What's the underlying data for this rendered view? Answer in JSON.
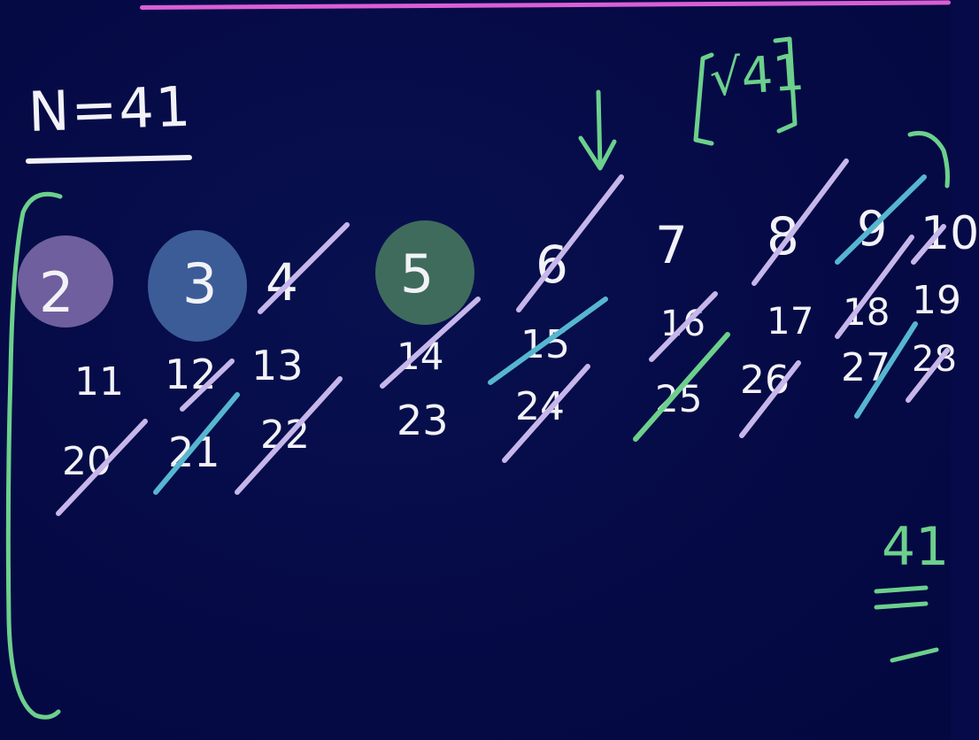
{
  "header": {
    "title": "N=41"
  },
  "sqrt_box": {
    "label": "√41"
  },
  "marker": {
    "arrow": "arrow-down"
  },
  "row1": [
    "2",
    "3",
    "4",
    "5",
    "6",
    "7",
    "8",
    "9",
    "10"
  ],
  "row2": [
    "11",
    "12",
    "13",
    "14",
    "15",
    "16",
    "17",
    "18",
    "19"
  ],
  "row3": [
    "20",
    "21",
    "22",
    "23",
    "24",
    "25",
    "26",
    "27",
    "28"
  ],
  "side": {
    "number": "41"
  },
  "colors": {
    "background": "#060a48",
    "chalk": "#f2f2f7",
    "lavender": "#c6b6ea",
    "blue_stroke": "#56b6d0",
    "green_stroke": "#6cd08c",
    "circle_2": "#6f5f9e",
    "circle_3": "#3c5c98",
    "circle_5": "#3f6b5c",
    "top_line": "#d95fd6"
  }
}
